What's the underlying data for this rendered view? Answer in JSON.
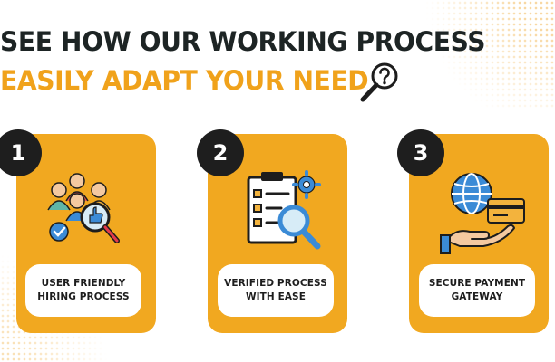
{
  "heading": {
    "line1": "SEE HOW OUR WORKING PROCESS",
    "line2": "EASILY ADAPT YOUR NEED"
  },
  "colors": {
    "accent": "#f1a820",
    "heading_dark": "#1d2424",
    "heading_accent": "#f0a21b",
    "badge": "#1e1e1e",
    "pill": "#ffffff"
  },
  "steps": [
    {
      "number": "1",
      "label": "USER FRIENDLY\nHIRING PROCESS",
      "icon": "team-hiring-icon"
    },
    {
      "number": "2",
      "label": "VERIFIED PROCESS\nWITH EASE",
      "icon": "clipboard-checklist-icon"
    },
    {
      "number": "3",
      "label": "SECURE PAYMENT\nGATEWAY",
      "icon": "globe-card-payment-icon"
    }
  ],
  "heading_icon": "magnifier-question-icon"
}
